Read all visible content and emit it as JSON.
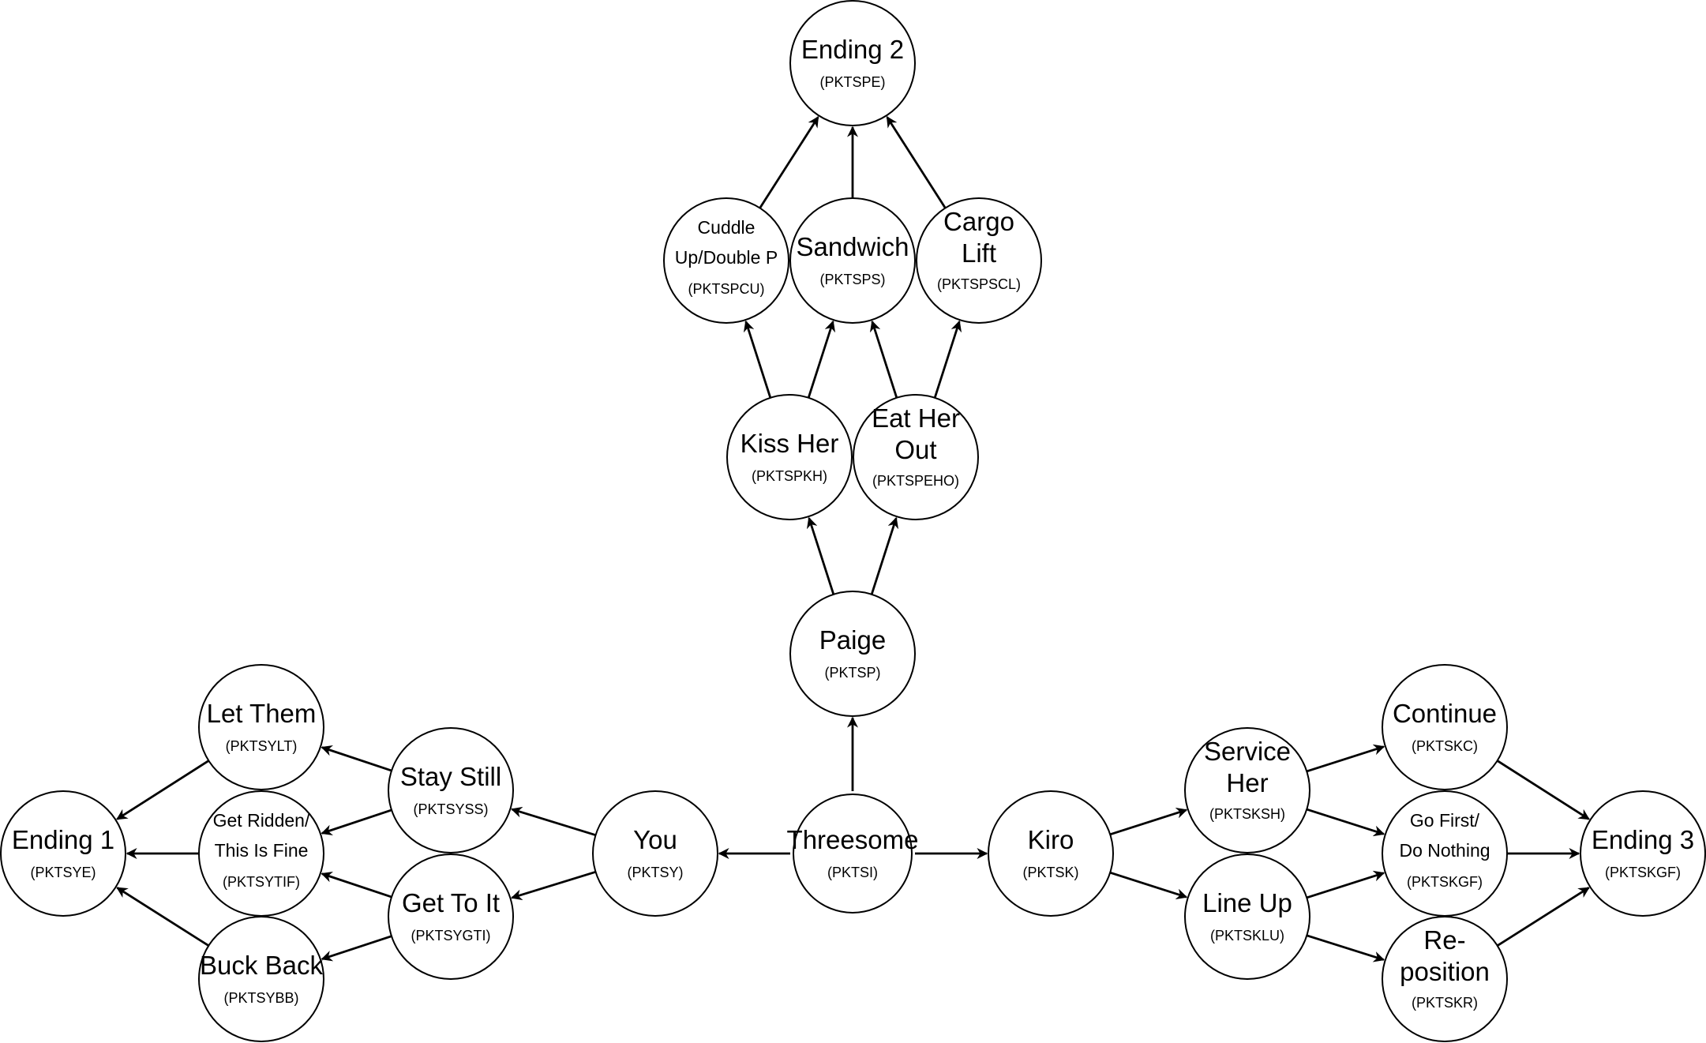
{
  "colors": {
    "default_fill": "#ffffff",
    "stroke": "#000000",
    "start_fill": "#dae8fc",
    "start_stroke": "#6c8ebf",
    "ending1_fill": "#e1d5e7",
    "ending1_stroke": "#9673a6",
    "ending2_fill": "#fff2cc",
    "ending2_stroke": "#d6b656",
    "ending3_fill": "#f8cecc",
    "ending3_stroke": "#b85450"
  },
  "nodes": [
    {
      "id": "threesome",
      "title": [
        "Threesome"
      ],
      "code": "(PKTSI)",
      "variant": "start"
    },
    {
      "id": "you",
      "title": [
        "You"
      ],
      "code": "(PKTSY)"
    },
    {
      "id": "kiro",
      "title": [
        "Kiro"
      ],
      "code": "(PKTSK)"
    },
    {
      "id": "paige",
      "title": [
        "Paige"
      ],
      "code": "(PKTSP)"
    },
    {
      "id": "kiss-her",
      "title": [
        "Kiss Her"
      ],
      "code": "(PKTSPKH)"
    },
    {
      "id": "eat-her-out",
      "title": [
        "Eat Her",
        "Out"
      ],
      "code": "(PKTSPEHO)"
    },
    {
      "id": "cuddle-up",
      "title": [
        "Cuddle",
        "Up/Double P"
      ],
      "code": "(PKTSPCU)",
      "small": true
    },
    {
      "id": "sandwich",
      "title": [
        "Sandwich"
      ],
      "code": "(PKTSPS)"
    },
    {
      "id": "cargo-lift",
      "title": [
        "Cargo",
        "Lift"
      ],
      "code": "(PKTSPSCL)"
    },
    {
      "id": "ending-2",
      "title": [
        "Ending 2"
      ],
      "code": "(PKTSPE)",
      "variant": "ending2"
    },
    {
      "id": "stay-still",
      "title": [
        "Stay Still"
      ],
      "code": "(PKTSYSS)"
    },
    {
      "id": "get-to-it",
      "title": [
        "Get To It"
      ],
      "code": "(PKTSYGTI)"
    },
    {
      "id": "let-them",
      "title": [
        "Let Them"
      ],
      "code": "(PKTSYLT)"
    },
    {
      "id": "get-ridden",
      "title": [
        "Get Ridden/",
        "This Is Fine"
      ],
      "code": "(PKTSYTIF)",
      "small": true
    },
    {
      "id": "buck-back",
      "title": [
        "Buck Back"
      ],
      "code": "(PKTSYBB)"
    },
    {
      "id": "ending-1",
      "title": [
        "Ending 1"
      ],
      "code": "(PKTSYE)",
      "variant": "ending1"
    },
    {
      "id": "service-her",
      "title": [
        "Service",
        "Her"
      ],
      "code": "(PKTSKSH)"
    },
    {
      "id": "line-up",
      "title": [
        "Line Up"
      ],
      "code": "(PKTSKLU)"
    },
    {
      "id": "continue",
      "title": [
        "Continue"
      ],
      "code": "(PKTSKC)"
    },
    {
      "id": "go-first",
      "title": [
        "Go First/",
        "Do Nothing"
      ],
      "code": "(PKTSKGF)",
      "small": true
    },
    {
      "id": "reposition",
      "title": [
        "Re-",
        "position"
      ],
      "code": "(PKTSKR)"
    },
    {
      "id": "ending-3",
      "title": [
        "Ending 3"
      ],
      "code": "(PKTSKGF)",
      "variant": "ending3"
    }
  ],
  "edges": [
    [
      "threesome",
      "you"
    ],
    [
      "threesome",
      "kiro"
    ],
    [
      "threesome",
      "paige"
    ],
    [
      "paige",
      "kiss-her"
    ],
    [
      "paige",
      "eat-her-out"
    ],
    [
      "kiss-her",
      "cuddle-up"
    ],
    [
      "kiss-her",
      "sandwich"
    ],
    [
      "eat-her-out",
      "sandwich"
    ],
    [
      "eat-her-out",
      "cargo-lift"
    ],
    [
      "cuddle-up",
      "ending-2"
    ],
    [
      "sandwich",
      "ending-2"
    ],
    [
      "cargo-lift",
      "ending-2"
    ],
    [
      "you",
      "stay-still"
    ],
    [
      "you",
      "get-to-it"
    ],
    [
      "stay-still",
      "let-them"
    ],
    [
      "stay-still",
      "get-ridden"
    ],
    [
      "get-to-it",
      "get-ridden"
    ],
    [
      "get-to-it",
      "buck-back"
    ],
    [
      "let-them",
      "ending-1"
    ],
    [
      "get-ridden",
      "ending-1"
    ],
    [
      "buck-back",
      "ending-1"
    ],
    [
      "kiro",
      "service-her"
    ],
    [
      "kiro",
      "line-up"
    ],
    [
      "service-her",
      "continue"
    ],
    [
      "service-her",
      "go-first"
    ],
    [
      "line-up",
      "go-first"
    ],
    [
      "line-up",
      "reposition"
    ],
    [
      "continue",
      "ending-3"
    ],
    [
      "go-first",
      "ending-3"
    ],
    [
      "reposition",
      "ending-3"
    ]
  ]
}
